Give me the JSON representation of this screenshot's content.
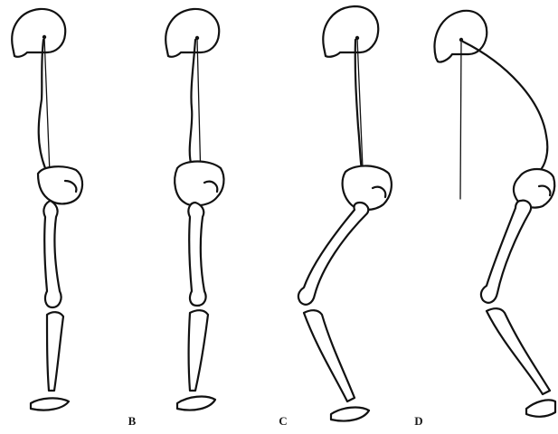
{
  "figure": {
    "panel_labels": [
      "B",
      "C",
      "D"
    ]
  }
}
